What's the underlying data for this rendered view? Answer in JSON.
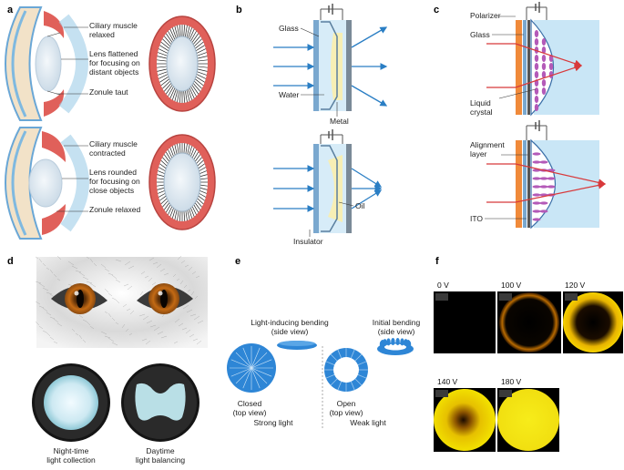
{
  "panels": {
    "a": {
      "letter": "a",
      "top_labels": [
        "Ciliary muscle",
        "relaxed",
        "Lens flattened",
        "for focusing on",
        "distant objects",
        "Zonule taut"
      ],
      "bottom_labels": [
        "Ciliary muscle",
        "contracted",
        "Lens rounded",
        "for focusing on",
        "close objects",
        "Zonule relaxed"
      ]
    },
    "b": {
      "letter": "b",
      "labels": {
        "glass": "Glass",
        "water": "Water",
        "metal": "Metal",
        "oil": "Oil",
        "insulator": "Insulator"
      }
    },
    "c": {
      "letter": "c",
      "labels": {
        "polarizer": "Polarizer",
        "glass": "Glass",
        "liquid": "Liquid",
        "crystal": "crystal",
        "alignment": "Alignment",
        "layer": "layer",
        "ito": "ITO"
      }
    },
    "d": {
      "letter": "d",
      "captions": [
        "Night-time",
        "light collection",
        "Daytime",
        "light balancing"
      ]
    },
    "e": {
      "letter": "e",
      "labels": {
        "light_inducing": "Light-inducing bending",
        "side_view_1": "(side view)",
        "initial_bending": "Initial bending",
        "side_view_2": "(side view)",
        "closed": "Closed",
        "top_view_1": "(top view)",
        "open": "Open",
        "top_view_2": "(top view)",
        "strong": "Strong light",
        "weak": "Weak light"
      }
    },
    "f": {
      "letter": "f",
      "voltages": [
        "0 V",
        "100 V",
        "120 V",
        "140 V",
        "180 V"
      ]
    }
  },
  "colors": {
    "muscle_red": "#e0605a",
    "lens_blue": "#dbe8f2",
    "device_blue": "#3a86c8",
    "water_light": "#cfe6f6",
    "oil_yellow": "#f7efb5",
    "polarizer_orange": "#f08a3a",
    "lc_purple": "#b45ab8",
    "ray_red": "#d8393b",
    "aperture_blue": "#2e86d6"
  }
}
